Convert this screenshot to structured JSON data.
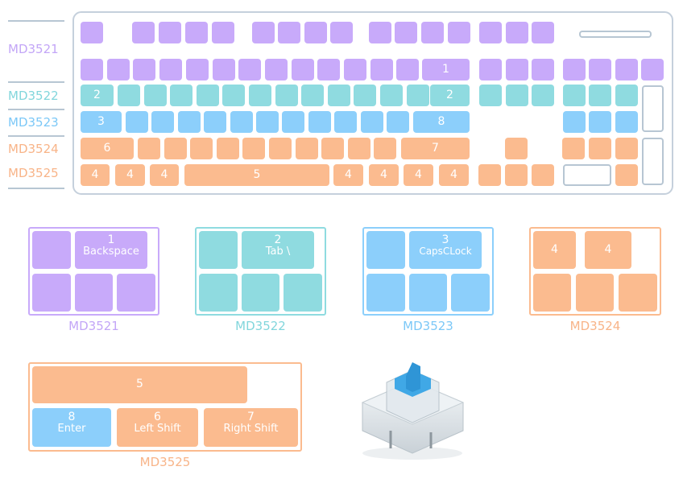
{
  "colors": {
    "MD3521": "#c8aafa",
    "MD3522": "#8fdbe0",
    "MD3523": "#8ccffb",
    "MD3524": "#fbbb8f",
    "MD3525": "#fbbb8f",
    "label_purple": "#c3a6f7",
    "label_teal": "#82d6dc",
    "label_blue": "#7cc8f7",
    "label_orange": "#f8b488"
  },
  "row_labels": [
    "MD3521",
    "MD3522",
    "MD3523",
    "MD3524",
    "MD3525"
  ],
  "keyboard": {
    "key_1": "1",
    "key_2": "2",
    "key_2b": "2",
    "key_3": "3",
    "key_8": "8",
    "key_6": "6",
    "key_7": "7",
    "key_4": "4",
    "key_5": "5"
  },
  "panels": [
    {
      "name": "MD3521",
      "num": "1",
      "sub": "Backspace"
    },
    {
      "name": "MD3522",
      "num": "2",
      "sub": "Tab \\"
    },
    {
      "name": "MD3523",
      "num": "3",
      "sub": "CapsCLock"
    },
    {
      "name": "MD3524",
      "num_a": "4",
      "num_b": "4"
    },
    {
      "name": "MD3525",
      "top": "5",
      "keys": [
        {
          "num": "8",
          "sub": "Enter"
        },
        {
          "num": "6",
          "sub": "Left Shift"
        },
        {
          "num": "7",
          "sub": "Right Shift"
        }
      ]
    }
  ],
  "switch_image": "mechanical-switch-blue"
}
